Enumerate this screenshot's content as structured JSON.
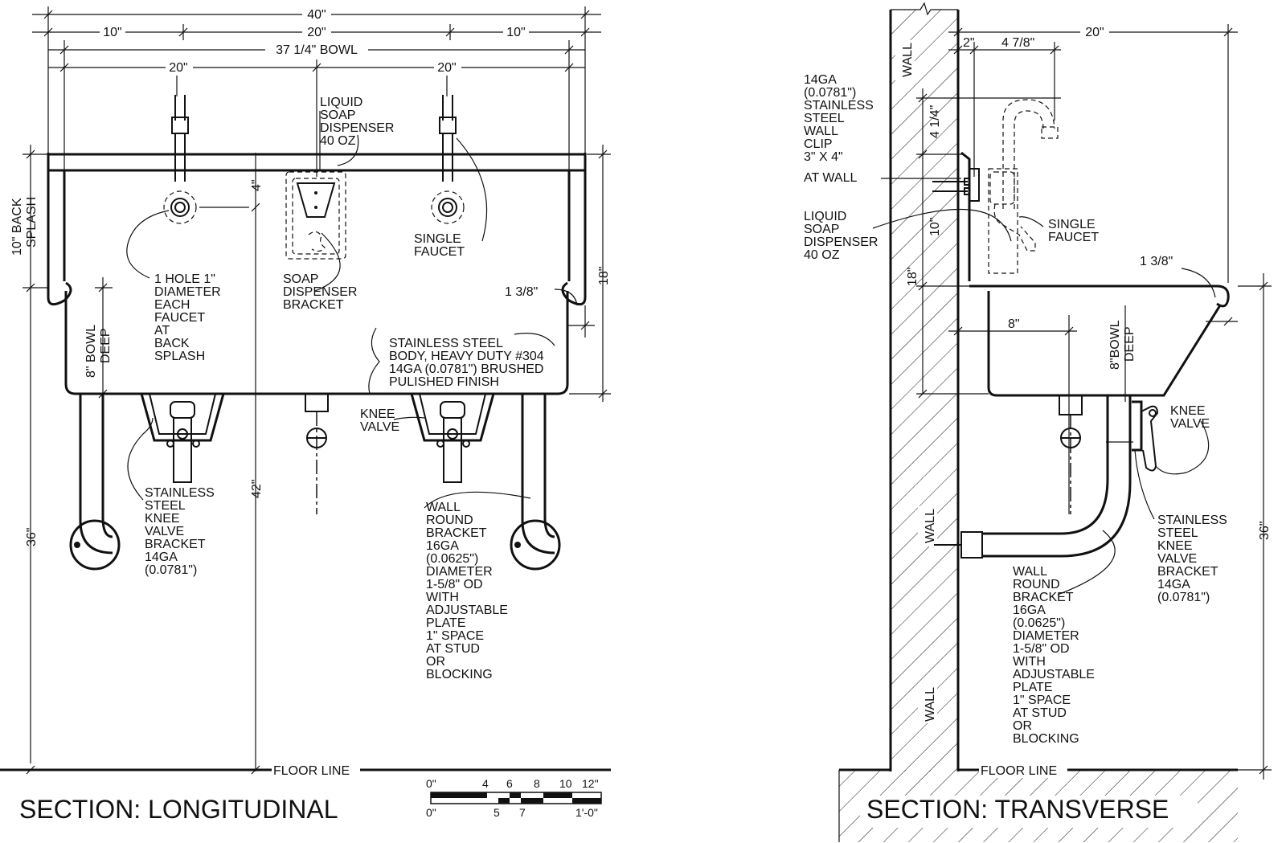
{
  "sections": {
    "longitudinal": {
      "title": "SECTION: LONGITUDINAL",
      "dims": {
        "overall": "40\"",
        "left_10": "10\"",
        "center_20": "20\"",
        "right_10": "10\"",
        "bowl": "37 1/4\" BOWL",
        "left_20": "20\"",
        "right_20": "20\"",
        "back_splash": "10\" BACK SPLASH",
        "four": "4\"",
        "eighteen": "18\"",
        "bowl_deep": "8\" BOWL DEEP",
        "one_three_eighth": "1 3/8\"",
        "thirty_six": "36\"",
        "forty_two": "42\""
      },
      "labels": {
        "soap_dispenser": [
          "LIQUID",
          "SOAP",
          "DISPENSER",
          "40 OZ"
        ],
        "single_faucet": [
          "SINGLE",
          "FAUCET"
        ],
        "hole": [
          "1 HOLE 1\"",
          "DIAMETER",
          "EACH",
          "FAUCET",
          "AT",
          "BACK",
          "SPLASH"
        ],
        "soap_bracket": [
          "SOAP",
          "DISPENSER",
          "BRACKET"
        ],
        "body": [
          "STAINLESS STEEL",
          "BODY, HEAVY DUTY #304",
          "14GA (0.0781\") BRUSHED",
          "PULISHED FINISH"
        ],
        "knee_valve": [
          "KNEE",
          "VALVE"
        ],
        "knee_bracket": [
          "STAINLESS",
          "STEEL",
          "KNEE",
          "VALVE",
          "BRACKET",
          "14GA",
          "(0.0781\")"
        ],
        "wall_bracket": [
          "WALL",
          "ROUND",
          "BRACKET",
          "16GA",
          "(0.0625\")",
          "DIAMETER",
          "1-5/8\" OD",
          "WITH",
          "ADJUSTABLE",
          "PLATE",
          "1\" SPACE",
          "AT STUD",
          "OR",
          "BLOCKING"
        ],
        "floor_line": "FLOOR LINE"
      },
      "scale_bar": {
        "top": [
          "0\"",
          "4",
          "6",
          "8",
          "10",
          "12\""
        ],
        "bottom": [
          "0\"",
          "5",
          "7",
          "1'-0\""
        ]
      }
    },
    "transverse": {
      "title": "SECTION: TRANSVERSE",
      "dims": {
        "twenty": "20\"",
        "two": "2\"",
        "four_seven_eighths": "4 7/8\"",
        "four_quarter": "4 1/4\"",
        "ten": "10\"",
        "eighteen": "18\"",
        "eight": "8\"",
        "bowl_deep": "8\"BOWL DEEP",
        "one_three_eighth": "1 3/8\"",
        "thirty_six": "36\""
      },
      "labels": {
        "wall_top": "WALL",
        "wall_mid": "WALL",
        "wall_bottom": "WALL",
        "wall_clip": [
          "14GA",
          "(0.0781\")",
          "STAINLESS",
          "STEEL",
          "WALL",
          "CLIP",
          "3\" X 4\"",
          "AT WALL"
        ],
        "soap_dispenser": [
          "LIQUID",
          "SOAP",
          "DISPENSER",
          "40 OZ"
        ],
        "single_faucet": [
          "SINGLE",
          "FAUCET"
        ],
        "knee_valve": [
          "KNEE",
          "VALVE"
        ],
        "knee_bracket": [
          "STAINLESS",
          "STEEL",
          "KNEE",
          "VALVE",
          "BRACKET",
          "14GA",
          "(0.0781\")"
        ],
        "wall_bracket": [
          "WALL",
          "ROUND",
          "BRACKET",
          "16GA",
          "(0.0625\")",
          "DIAMETER",
          "1-5/8\" OD",
          "WITH",
          "ADJUSTABLE",
          "PLATE",
          "1\" SPACE",
          "AT STUD",
          "OR",
          "BLOCKING"
        ],
        "floor_line": "FLOOR LINE"
      }
    }
  }
}
